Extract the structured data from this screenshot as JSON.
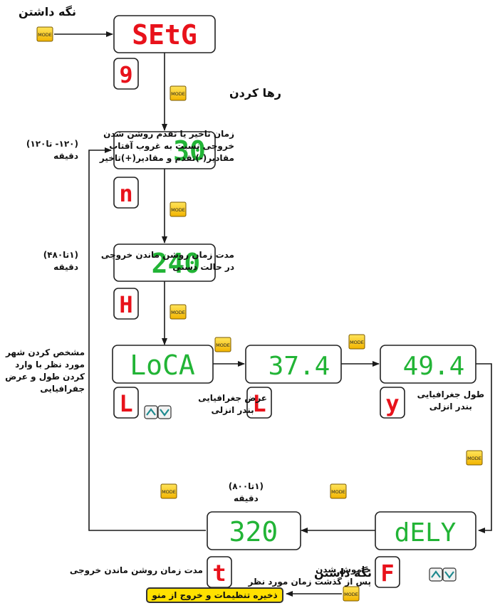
{
  "header": {
    "hold_label": "نگه داشتن",
    "release_label": "رها کردن"
  },
  "mode_key_label": "MODE",
  "displays": {
    "setg": {
      "text": "SEtG",
      "color": "#e8121b"
    },
    "offset": {
      "text": "30",
      "color": "#22b436"
    },
    "manual": {
      "text": "240",
      "color": "#22b436"
    },
    "loca": {
      "text": "LoCA",
      "color": "#22b436"
    },
    "lat": {
      "text": "37.4",
      "color": "#22b436"
    },
    "lon": {
      "text": "49.4",
      "color": "#22b436"
    },
    "dely": {
      "text": "dELY",
      "color": "#22b436"
    },
    "delay_time": {
      "text": "320",
      "color": "#22b436"
    }
  },
  "indicators": {
    "g": {
      "text": "9",
      "color": "#e8121b"
    },
    "n": {
      "text": "n",
      "color": "#e8121b"
    },
    "h": {
      "text": "H",
      "color": "#e8121b"
    },
    "l1": {
      "text": "L",
      "color": "#e8121b"
    },
    "l2": {
      "text": "L",
      "color": "#e8121b"
    },
    "y": {
      "text": "y",
      "color": "#e8121b"
    },
    "f": {
      "text": "F",
      "color": "#e8121b"
    },
    "t": {
      "text": "t",
      "color": "#e8121b"
    }
  },
  "notes": {
    "offset_range": [
      "(۱۲۰- تا۱۲۰)",
      "دقیقه"
    ],
    "offset_desc": [
      "زمان تاخیر یا تقدم روشن شدن",
      "خروجی نسبت به غروب آفتاب",
      "مقادیر(-)تقدم و مقادیر(+)تاخیر"
    ],
    "manual_range": [
      "(۱تا۴۸۰)",
      "دقیقه"
    ],
    "manual_desc": [
      "مدت زمان روشن ماندن خروجی",
      "در حالت دستی"
    ],
    "city_desc": [
      "مشخص کردن شهر",
      "مورد نظر با وارد",
      "کردن طول و عرض",
      "جفرافیایی"
    ],
    "lat_desc": [
      "عرض جغرافیایی",
      "بندر انزلی"
    ],
    "lon_desc": [
      "طول جغرافیایی",
      "بندر انزلی"
    ],
    "delay_range": [
      "(۱تا۸۰۰)",
      "دقیقه"
    ],
    "off_desc": [
      "خاموش شدن",
      "پس از گذشت زمان مورد نظر"
    ],
    "on_time_desc": "مدت زمان روشن ماندن خروجی"
  },
  "footer": {
    "hold_label": "نگه داشتن",
    "save_label": "ذخیره تنظیمات و خروج از منو"
  },
  "colors": {
    "red_led": "#e8121b",
    "green_led": "#22b436",
    "mode_key": "#ffd21a",
    "save_box": "#ffe000"
  }
}
